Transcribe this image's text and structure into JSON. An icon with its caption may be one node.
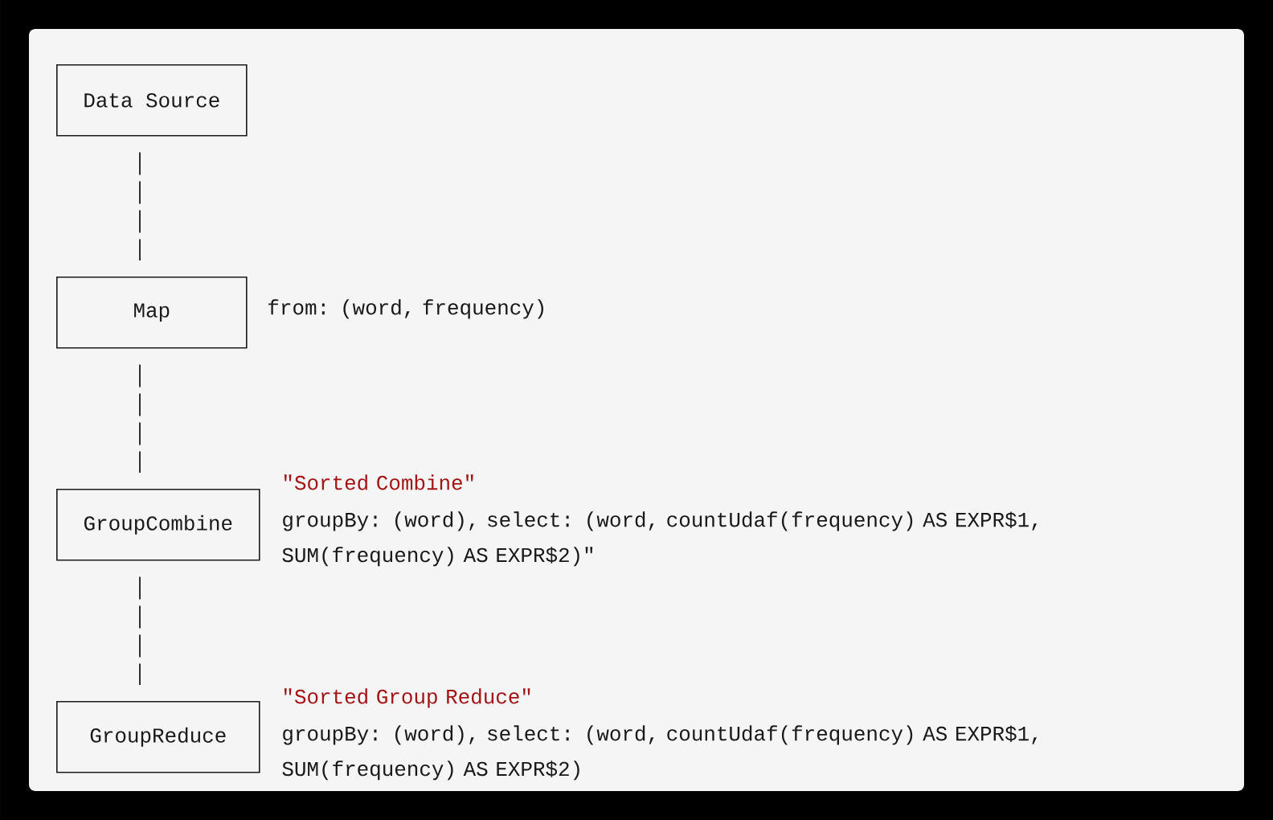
{
  "diagram": {
    "nodes": [
      {
        "text": [
          "Data Source"
        ]
      },
      {
        "text": [
          "Map"
        ],
        "beside": [
          "from: (word, frequency)"
        ]
      },
      {
        "text": [
          "GroupCombine"
        ],
        "beside": [
          "\"Sorted Combine\"",
          "groupBy: (word), select: (word, countUdaf(frequency) AS EXPR$1, SUM(frequency) AS EXPR$2)\""
        ]
      },
      {
        "text": [
          "GroupReduce"
        ],
        "beside": [
          "\"Sorted Group Reduce\"",
          "groupBy: (word), select: (word, countUdaf(frequency) AS EXPR$1, SUM(frequency) AS EXPR$2)"
        ]
      }
    ],
    "edges": [
      {
        "from": 0,
        "to": 1,
        "arrow": "none",
        "style": "dashed"
      },
      {
        "from": 1,
        "to": 2,
        "arrow": "none",
        "style": "dashed"
      },
      {
        "from": 2,
        "to": 3,
        "arrow": "none",
        "style": "dashed"
      }
    ]
  }
}
